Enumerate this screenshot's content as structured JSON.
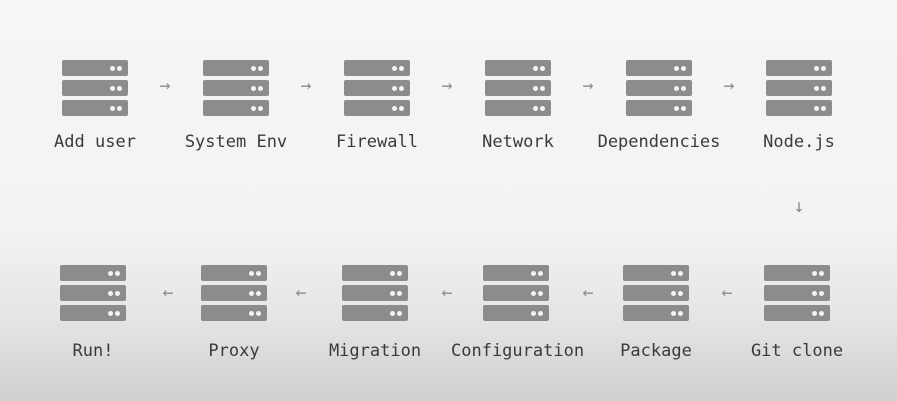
{
  "flow": {
    "top_row": [
      {
        "label": "Add user"
      },
      {
        "label": "System Env"
      },
      {
        "label": "Firewall"
      },
      {
        "label": "Network"
      },
      {
        "label": "Dependencies"
      },
      {
        "label": "Node.js"
      }
    ],
    "bottom_row": [
      {
        "label": "Run!"
      },
      {
        "label": "Proxy"
      },
      {
        "label": "Migration"
      },
      {
        "label": "Configuration"
      },
      {
        "label": "Package"
      },
      {
        "label": "Git clone"
      }
    ]
  },
  "colors": {
    "server": "#8c8c8c",
    "arrow": "#8a8a8a",
    "label": "#3a3a3a"
  },
  "icons": {
    "node_icon": "server-icon",
    "arrow_right": "arrow-right-icon",
    "arrow_left": "arrow-left-icon",
    "arrow_down": "arrow-down-icon"
  }
}
